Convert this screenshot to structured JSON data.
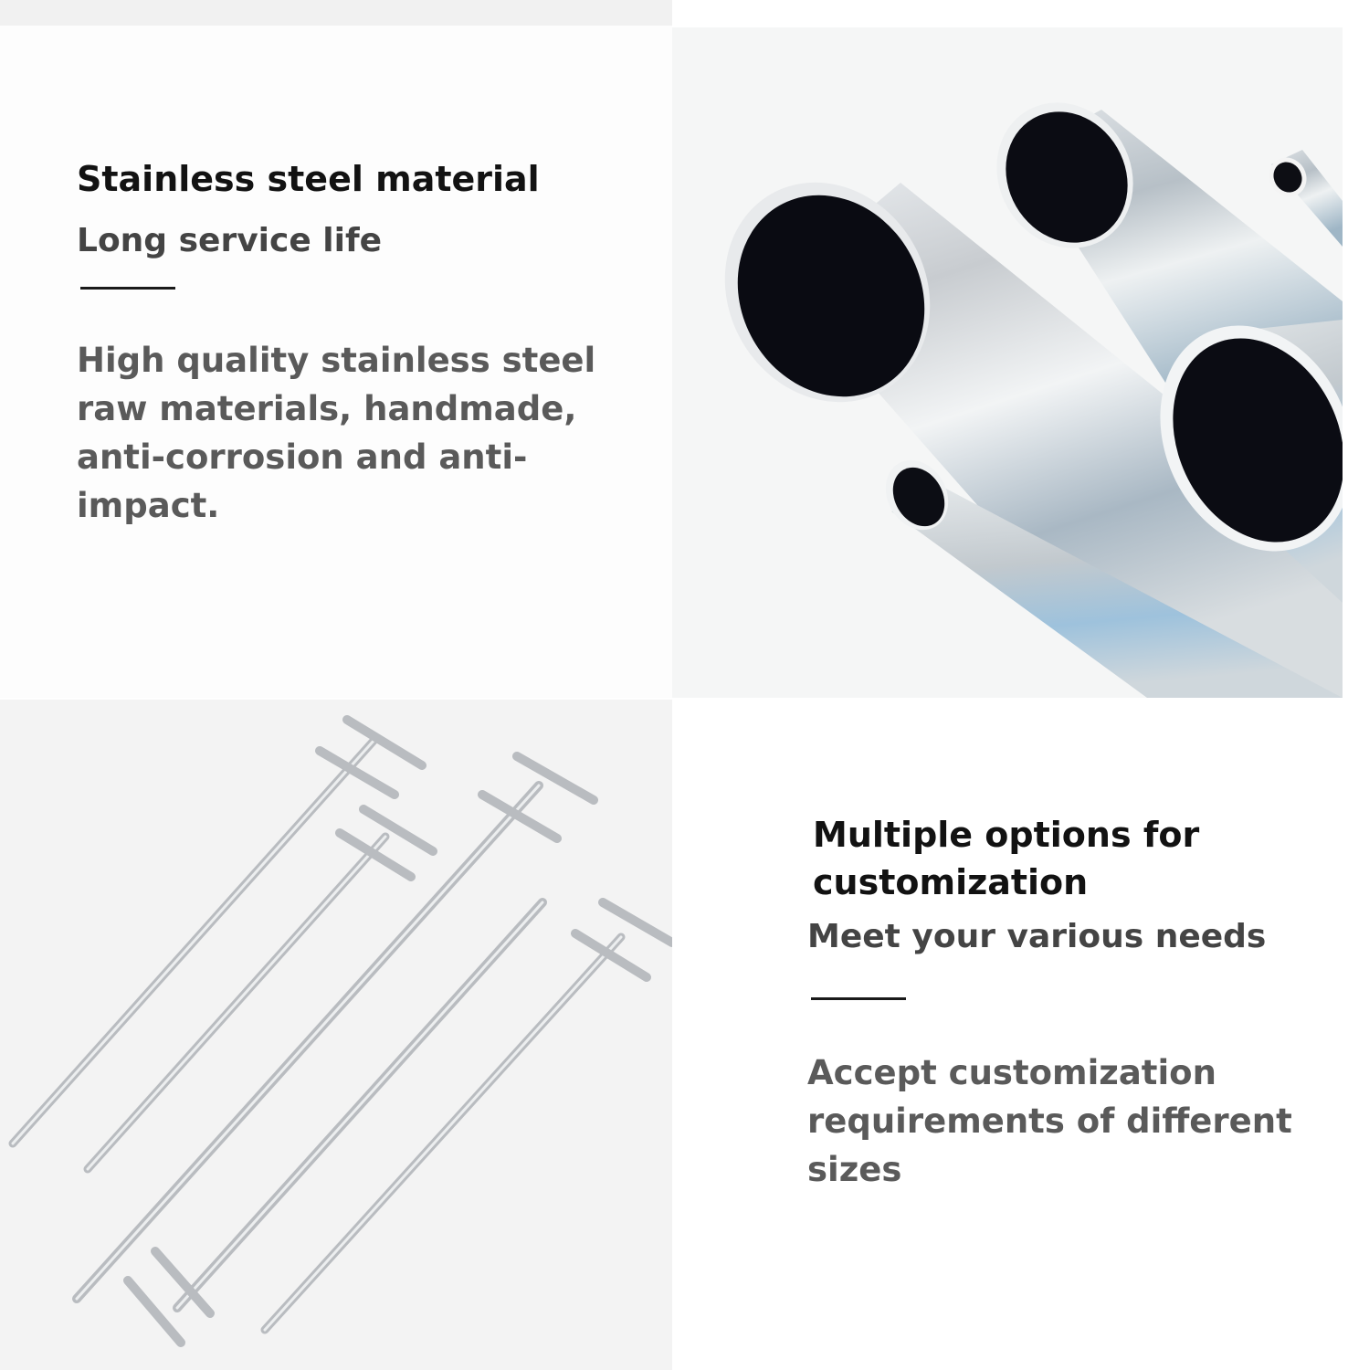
{
  "section1": {
    "title": "Stainless steel material",
    "subtitle": "Long service life",
    "description": "High quality stainless steel raw materials, handmade, anti-corrosion and anti-impact."
  },
  "section2": {
    "title": "Multiple options for customization",
    "subtitle": "Meet your various needs",
    "description": "Accept customization requirements of different sizes"
  },
  "images": {
    "pipes": "stainless-steel-pipes-photo",
    "stakes": "steel-stakes-photo"
  },
  "colors": {
    "background": "#ffffff",
    "heading": "#121212",
    "subheading": "#444444",
    "body": "#5a5a5a",
    "divider": "#1a1a1a"
  }
}
